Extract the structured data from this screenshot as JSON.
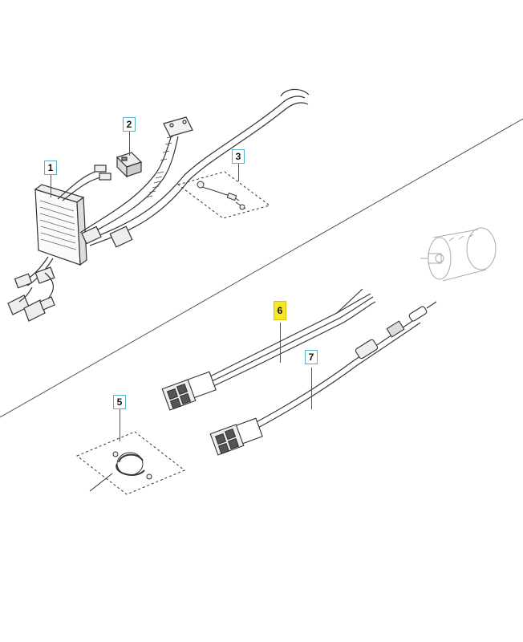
{
  "callouts": {
    "c1": "1",
    "c2": "2",
    "c3": "3",
    "c5": "5",
    "c6": "6",
    "c7": "7"
  },
  "colors": {
    "highlight": "#f5e82a",
    "callout_border": "#4fb6c9",
    "line": "#333333"
  },
  "highlighted_item": "6"
}
